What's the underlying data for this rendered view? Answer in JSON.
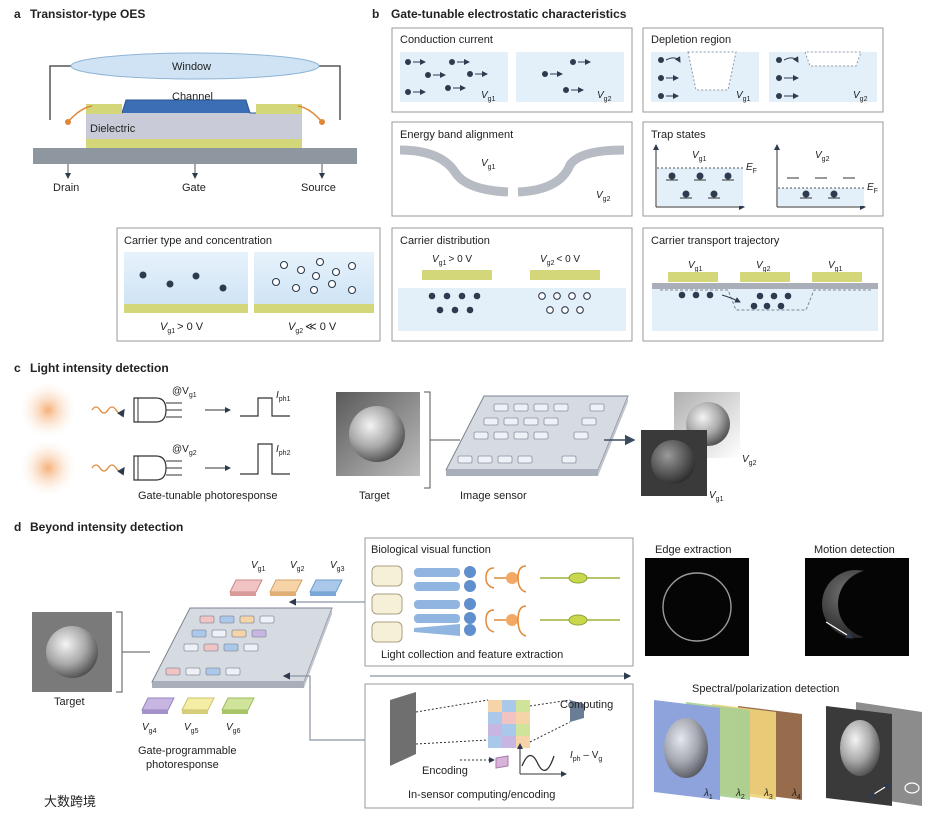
{
  "panel_a": {
    "letter": "a",
    "title": "Transistor-type OES",
    "window": "Window",
    "channel": "Channel",
    "dielectric": "Dielectric",
    "drain": "Drain",
    "gate": "Gate",
    "source": "Source"
  },
  "panel_b": {
    "letter": "b",
    "title": "Gate-tunable electrostatic characteristics",
    "conduction": "Conduction current",
    "depletion": "Depletion region",
    "energy_band": "Energy band alignment",
    "trap_states": "Trap states",
    "carrier_type": "Carrier type and concentration",
    "carrier_distribution": "Carrier distribution",
    "transport": "Carrier transport trajectory",
    "v": "V",
    "g1": "g1",
    "g2": "g2",
    "ef": "E",
    "f": "F",
    "vg1_gt0": "> 0 V",
    "vg2_lt0": "< 0 V",
    "vg2_ll0": "≪ 0 V"
  },
  "panel_c": {
    "letter": "c",
    "title": "Light intensity detection",
    "at_v": "@V",
    "i": "I",
    "ph1": "ph1",
    "ph2": "ph2",
    "caption_photo": "Gate-tunable photoresponse",
    "target": "Target",
    "image_sensor": "Image sensor"
  },
  "panel_d": {
    "letter": "d",
    "title": "Beyond intensity detection",
    "bio_title": "Biological visual function",
    "bio_caption": "Light collection and feature extraction",
    "edge": "Edge extraction",
    "motion": "Motion detection",
    "spectral": "Spectral/polarization detection",
    "target": "Target",
    "programmable_line1": "Gate-programmable",
    "programmable_line2": "photoresponse",
    "computing": "Computing",
    "encoding": "Encoding",
    "insensor": "In-sensor computing/encoding",
    "iph_vg_i": "I",
    "iph_vg_ph": "ph",
    "iph_vg_dash": " – V",
    "iph_vg_g": "g",
    "gates": [
      "g1",
      "g2",
      "g3",
      "g4",
      "g5",
      "g6"
    ],
    "lambdas": [
      "1",
      "2",
      "3",
      "4"
    ],
    "lambda": "λ"
  },
  "colors": {
    "gate_yellow": "#d4d67a",
    "channel_blue": "#3a6fb5",
    "window_blue": "#cfe3f5",
    "arrow_orange": "#e0883a",
    "carrier_dark": "#2e3a4e",
    "spectral": [
      "#8ea3dc",
      "#a9cf93",
      "#f0d27a",
      "#8b5c3a"
    ]
  },
  "watermark": "大数跨境"
}
